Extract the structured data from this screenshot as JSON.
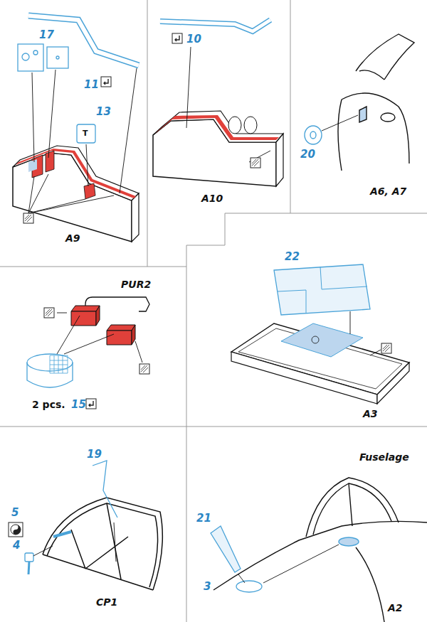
{
  "diagram": {
    "labels": [
      "11",
      "17",
      "13",
      "T",
      "A9",
      "10",
      "A10",
      "20",
      "A6, A7",
      "PUR2",
      "2 pcs.",
      "15",
      "22",
      "A3",
      "19",
      "5",
      "4",
      "CP1",
      "Fuselage",
      "21",
      "3",
      "A2"
    ]
  }
}
